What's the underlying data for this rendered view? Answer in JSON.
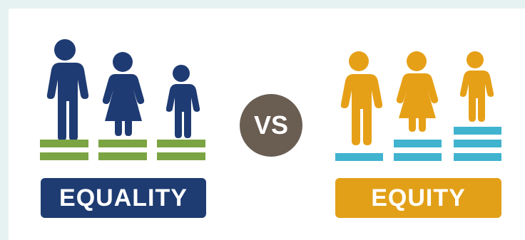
{
  "left": {
    "label": "EQUALITY",
    "label_color": "#1e3c72",
    "figure_color": "#1f3b73",
    "step_color": "#7ba442",
    "figures": [
      "man-icon",
      "woman-icon",
      "child-icon"
    ],
    "steps_per_figure": [
      1,
      1,
      1
    ]
  },
  "center": {
    "label": "VS",
    "color": "#6a5d52"
  },
  "right": {
    "label": "EQUITY",
    "label_color": "#e2a018",
    "figure_color": "#e6a017",
    "step_color": "#40b3cf",
    "figures": [
      "man-icon",
      "woman-icon",
      "child-icon"
    ],
    "steps_per_figure": [
      0,
      1,
      2
    ]
  }
}
